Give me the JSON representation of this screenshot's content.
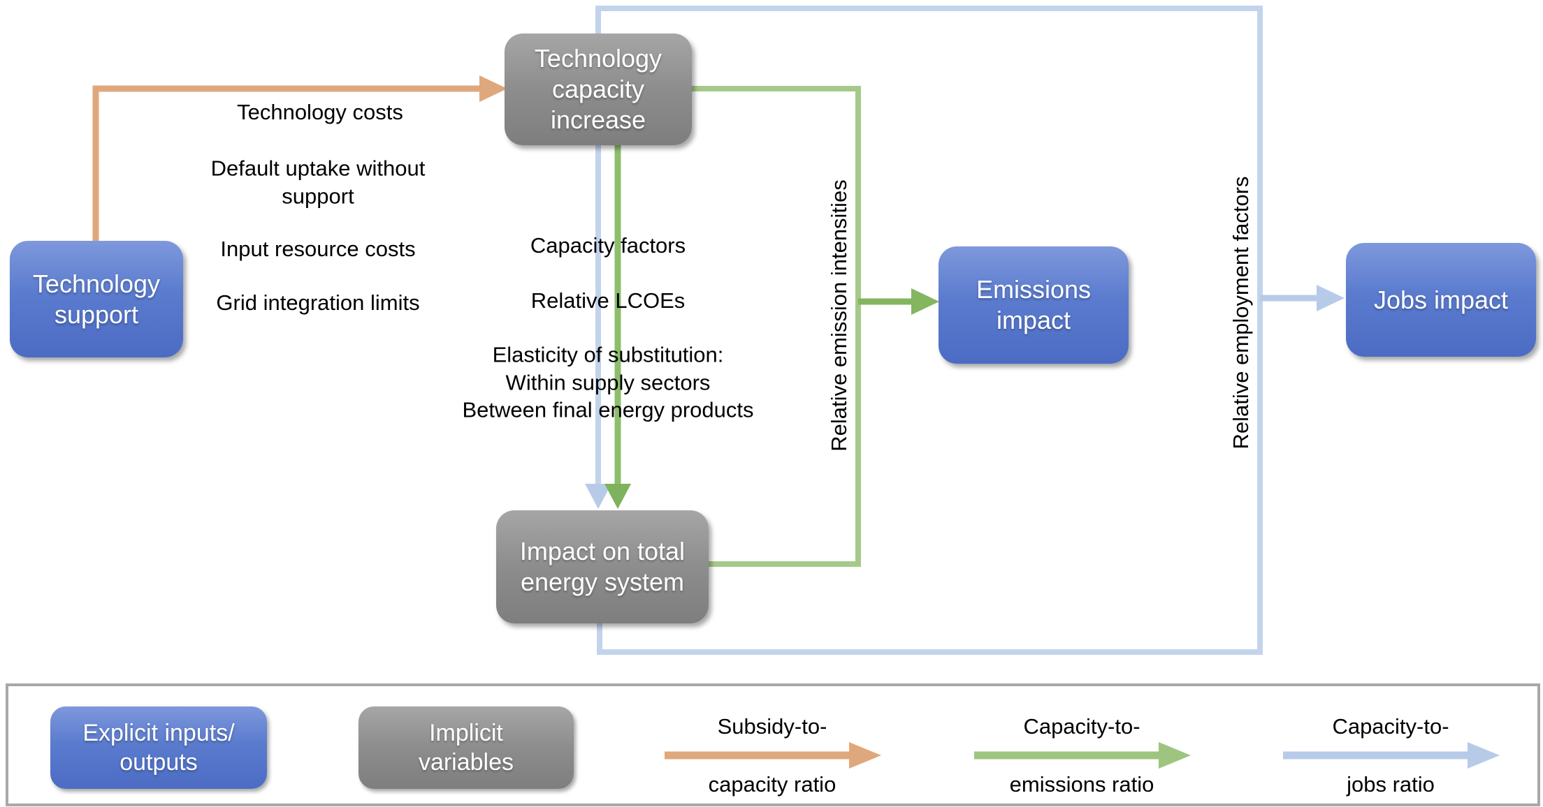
{
  "diagram": {
    "nodes": {
      "tech_support": {
        "label": "Technology\nsupport",
        "type": "explicit"
      },
      "tech_capacity": {
        "label": "Technology\ncapacity\nincrease",
        "type": "implicit"
      },
      "impact_energy": {
        "label": "Impact on total\nenergy system",
        "type": "implicit"
      },
      "emissions_impact": {
        "label": "Emissions\nimpact",
        "type": "explicit"
      },
      "jobs_impact": {
        "label": "Jobs impact",
        "type": "explicit"
      }
    },
    "annotations": {
      "technology_costs": "Technology costs",
      "default_uptake": "Default uptake without\nsupport",
      "input_resource_costs": "Input resource costs",
      "grid_integration_limits": "Grid integration limits",
      "capacity_factors": "Capacity factors",
      "relative_lcoes": "Relative LCOEs",
      "elasticity_block": "Elasticity of substitution:\nWithin supply sectors\nBetween final energy products",
      "relative_emission_intensities": "Relative emission intensities",
      "relative_employment_factors": "Relative employment factors"
    }
  },
  "legend": {
    "explicit_box_label": "Explicit inputs/\noutputs",
    "implicit_box_label": "Implicit\nvariables",
    "arrows": [
      {
        "label_top": "Subsidy-to-",
        "label_bottom": "capacity ratio",
        "color": "#dfa87c"
      },
      {
        "label_top": "Capacity-to-",
        "label_bottom": "emissions ratio",
        "color": "#9dc57f"
      },
      {
        "label_top": "Capacity-to-",
        "label_bottom": "jobs ratio",
        "color": "#b7cbe9"
      }
    ]
  },
  "colors": {
    "node_blue": "#5a7bce",
    "node_gray": "#8d8d8d",
    "arrow_orange": "#dfa87c",
    "connector_green_light": "#a5c98a",
    "arrow_green_dark": "#7fb25c",
    "connector_blue_light": "#c3d3ec",
    "arrow_blue": "#b7cbe9",
    "legend_border_gray": "#a8a8a8",
    "text_black": "#000000",
    "node_text_white": "#ffffff"
  }
}
